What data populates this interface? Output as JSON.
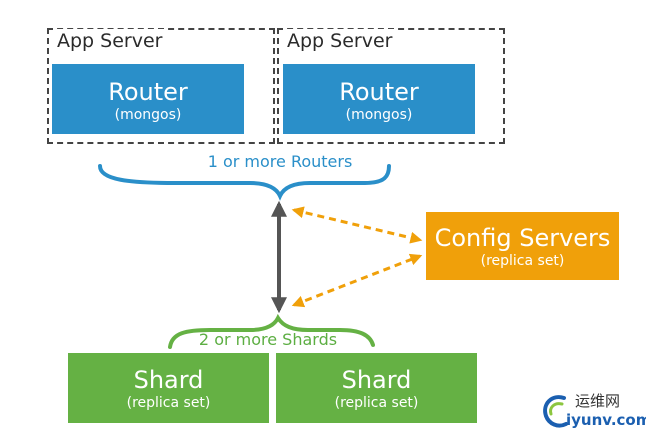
{
  "app_servers": [
    {
      "label": "App Server",
      "router_name": "Router",
      "router_sub": "(mongos)"
    },
    {
      "label": "App Server",
      "router_name": "Router",
      "router_sub": "(mongos)"
    }
  ],
  "routers_caption": "1 or more Routers",
  "config": {
    "name": "Config Servers",
    "sub": "(replica set)"
  },
  "shards_caption": "2 or more Shards",
  "shards": [
    {
      "name": "Shard",
      "sub": "(replica set)"
    },
    {
      "name": "Shard",
      "sub": "(replica set)"
    }
  ],
  "watermark": {
    "cn": "运维网",
    "url": "iyunv.com"
  },
  "colors": {
    "router": "#2a8fc9",
    "config": "#f0a00a",
    "shard": "#65b144",
    "connector": "#555555"
  }
}
